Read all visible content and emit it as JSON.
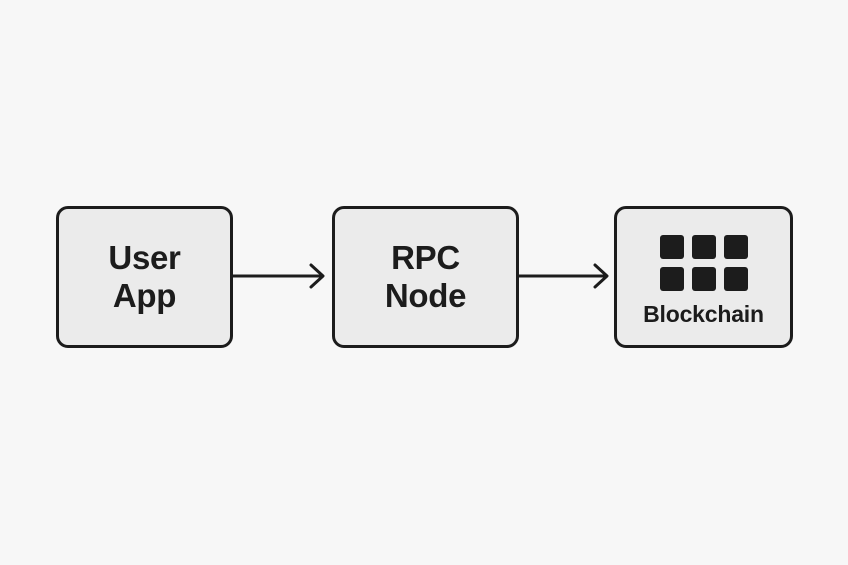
{
  "nodes": {
    "user_app": {
      "line1": "User",
      "line2": "App"
    },
    "rpc_node": {
      "line1": "RPC",
      "line2": "Node"
    },
    "blockchain": {
      "label": "Blockchain",
      "icon": "grid-of-blocks-icon",
      "block_count": 6
    }
  },
  "edges": [
    {
      "from": "User App",
      "to": "RPC Node"
    },
    {
      "from": "RPC Node",
      "to": "Blockchain"
    }
  ],
  "colors": {
    "background": "#f7f7f7",
    "box_fill": "#ebebeb",
    "stroke": "#1c1c1c"
  }
}
